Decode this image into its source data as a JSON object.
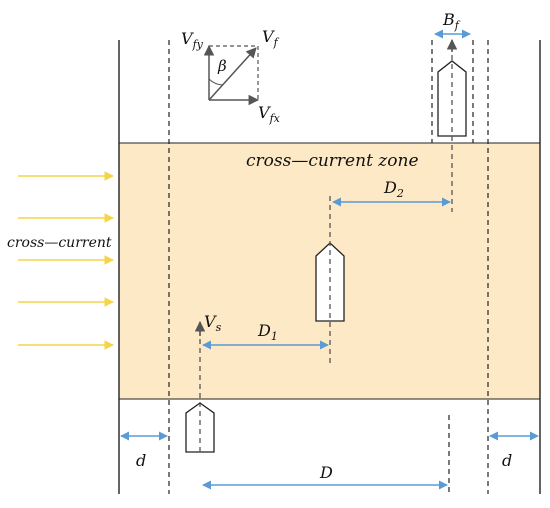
{
  "zone_label": "cross—current zone",
  "current_label": "cross—current",
  "colors": {
    "zone_fill": "#fde9c6",
    "arrow_yellow": "#f5d44a",
    "dim_blue": "#5b9bd5",
    "line": "#222222",
    "vector": "#555555"
  },
  "labels": {
    "vf": "V",
    "vf_sub": "f",
    "vfy": "V",
    "vfy_sub": "fy",
    "vfx": "V",
    "vfx_sub": "fx",
    "beta": "β",
    "bf": "B",
    "bf_sub": "f",
    "vs": "V",
    "vs_sub": "s",
    "d1": "D",
    "d1_sub": "1",
    "d2": "D",
    "d2_sub": "2",
    "d_total": "D",
    "d_left": "d",
    "d_right": "d"
  }
}
